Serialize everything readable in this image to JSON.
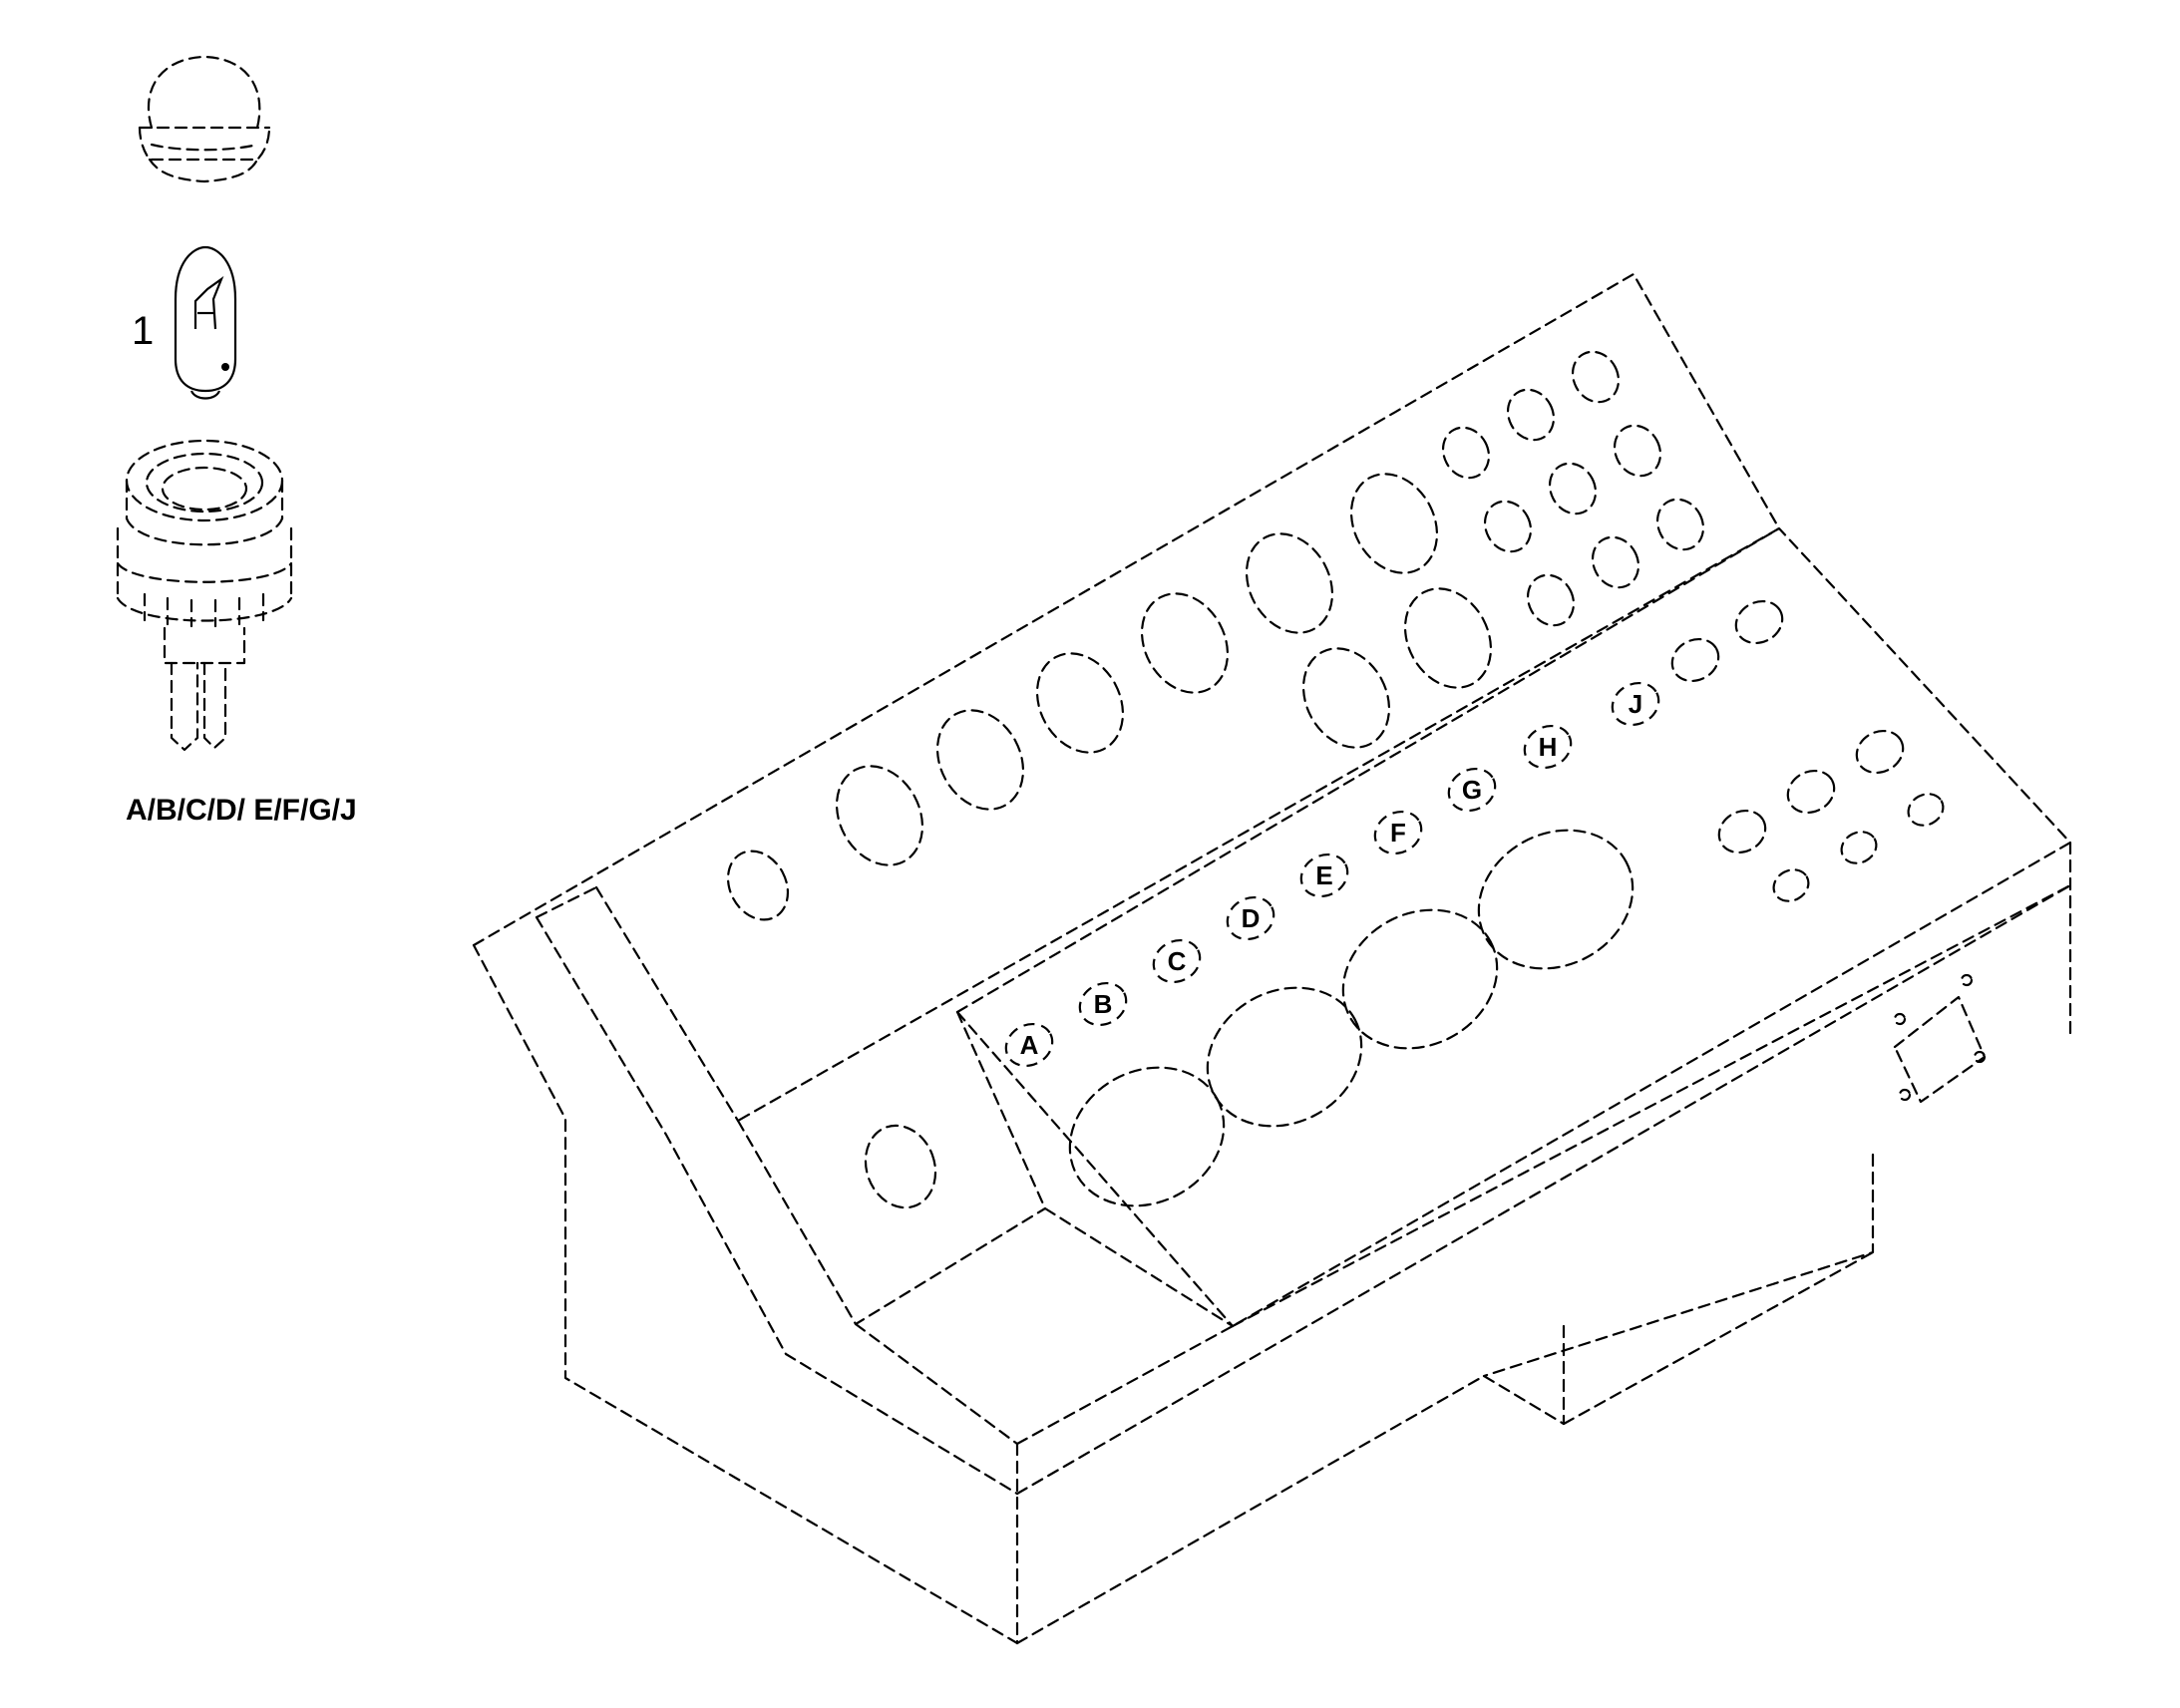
{
  "part_number": "1",
  "parts_caption": "A/B/C/D/ E/F/G/J",
  "callouts": [
    "A",
    "B",
    "C",
    "D",
    "E",
    "F",
    "G",
    "H",
    "J"
  ],
  "colors": {
    "line": "#000000",
    "background": "#ffffff"
  }
}
